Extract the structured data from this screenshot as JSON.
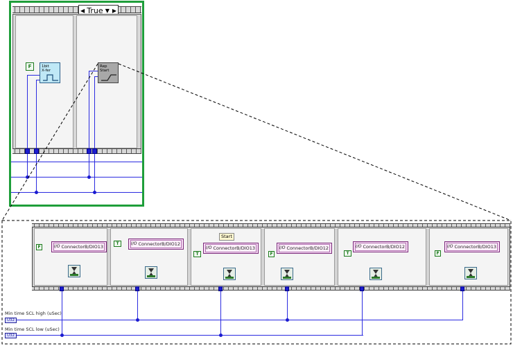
{
  "case_structure": {
    "selector_label": "True",
    "bool_constant": "F",
    "subvi_1": {
      "line1": "1bit",
      "line2": "X-fer"
    },
    "subvi_2": {
      "line1": "Rep",
      "line2": "Start"
    }
  },
  "bottom_sequence": {
    "frames": [
      {
        "bool": "F",
        "resource": "ConnectorB/DIO13"
      },
      {
        "bool": "T",
        "resource": "ConnectorB/DIO12"
      },
      {
        "bool": "T",
        "resource": "ConnectorB/DIO13",
        "label": "Start"
      },
      {
        "bool": "F",
        "resource": "ConnectorB/DIO12"
      },
      {
        "bool": "T",
        "resource": "ConnectorB/DIO12"
      },
      {
        "bool": "F",
        "resource": "ConnectorB/DIO13"
      }
    ],
    "control_high": {
      "label": "Min time SCL high (uSec)",
      "value": "U32"
    },
    "control_low": {
      "label": "Min time SCL low (uSec)",
      "value": "U32"
    }
  },
  "colors": {
    "case_border": "#1e9e3a",
    "wire": "#2a2ae0",
    "dio_fill": "#f7dcf4"
  },
  "icons": [
    "wait-timer-icon",
    "dio-resource-icon",
    "dropdown-arrow-icon",
    "left-arrow-icon",
    "right-arrow-icon"
  ]
}
